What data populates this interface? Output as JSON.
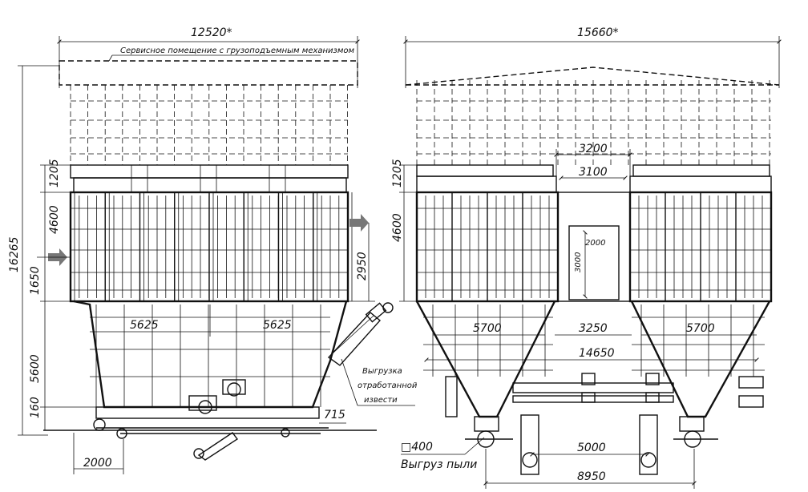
{
  "left_view": {
    "width_label": "12520*",
    "service_room_label": "Сервисное помещение с грузоподъемным механизмом",
    "dims": {
      "top_band": "1205",
      "body_height": "4600",
      "total_height": "16265",
      "inlet_height": "1650",
      "outlet_height": "2950",
      "hopper_height": "5600",
      "base_height": "160",
      "hopper_left_width": "5625",
      "hopper_right_width": "5625",
      "screw_offset": "715",
      "base_offset": "2000"
    },
    "lime_note": [
      "Выгрузка",
      "отработанной",
      "извести"
    ]
  },
  "right_view": {
    "width_label": "15660*",
    "dims": {
      "gap_top": "3200",
      "gap_inner": "3100",
      "top_band": "1205",
      "body_height": "4600",
      "door_width": "2000",
      "door_height": "3000",
      "hopper_left": "5700",
      "hopper_gap": "3250",
      "hopper_right": "5700",
      "hopper_total": "14650",
      "feet_spacing": "5000",
      "feet_total": "8950"
    },
    "dust_square_label": "□400",
    "dust_note": "Выгруз пыли"
  },
  "colors": {
    "line": "#111111",
    "arrow": "#777777",
    "background": "#ffffff"
  }
}
